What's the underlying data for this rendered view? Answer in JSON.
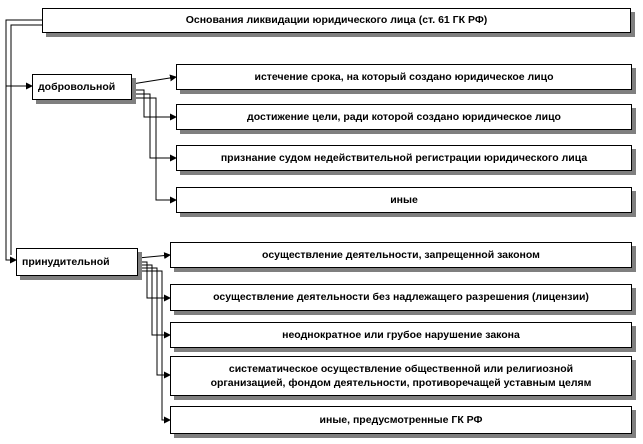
{
  "title": "Основания ликвидации юридического лица (ст. 61 ГК РФ)",
  "groups": [
    {
      "label": "добровольной",
      "items": [
        "истечение срока, на который создано юридическое лицо",
        "достижение цели, ради которой создано юридическое лицо",
        "признание судом недействительной регистрации юридического лица",
        "иные"
      ]
    },
    {
      "label": "принудительной",
      "items": [
        "осуществление деятельности, запрещенной законом",
        "осуществление деятельности без надлежащего разрешения (лицензии)",
        "неоднократное или грубое нарушение закона",
        "систематическое осуществление общественной или религиозной\nорганизацией, фондом деятельности, противоречащей уставным целям",
        "иные, предусмотренные ГК РФ"
      ]
    }
  ],
  "colors": {
    "line": "#000000",
    "shadow": "#7f7f7f",
    "box": "#ffffff"
  }
}
